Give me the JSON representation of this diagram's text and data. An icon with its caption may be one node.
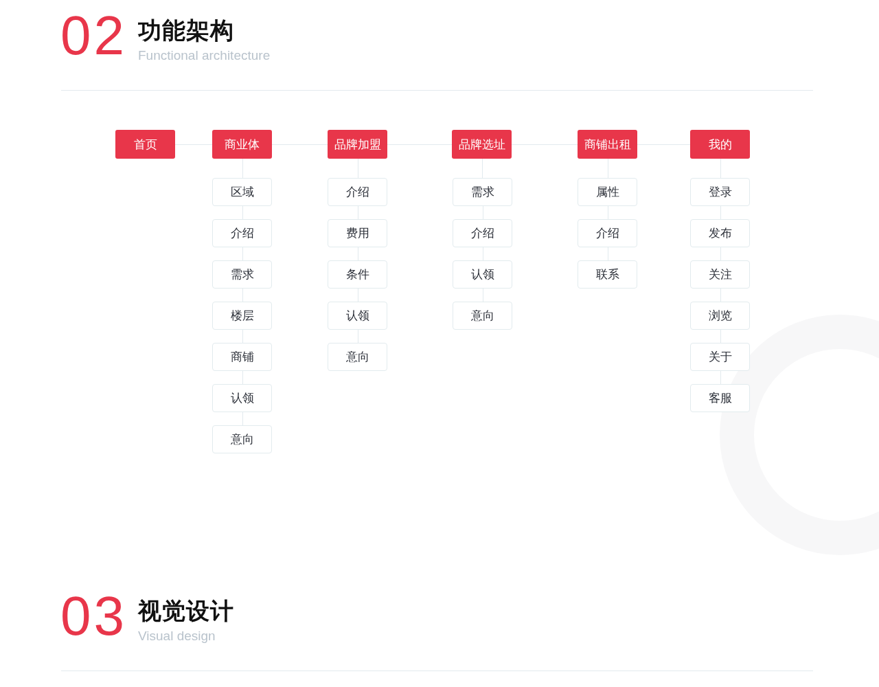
{
  "diagram": {
    "title": "功能架构",
    "nodes": [
      {
        "text": [
          "首页"
        ]
      },
      {
        "text": [
          "商业体"
        ]
      },
      {
        "text": [
          "品牌加盟"
        ]
      },
      {
        "text": [
          "品牌选址"
        ]
      },
      {
        "text": [
          "商铺出租"
        ]
      },
      {
        "text": [
          "我的"
        ]
      },
      {
        "text": [
          "区域"
        ]
      },
      {
        "text": [
          "介绍"
        ]
      },
      {
        "text": [
          "需求"
        ]
      },
      {
        "text": [
          "楼层"
        ]
      },
      {
        "text": [
          "商铺"
        ]
      },
      {
        "text": [
          "认领"
        ]
      },
      {
        "text": [
          "意向"
        ]
      },
      {
        "text": [
          "介绍"
        ]
      },
      {
        "text": [
          "费用"
        ]
      },
      {
        "text": [
          "条件"
        ]
      },
      {
        "text": [
          "认领"
        ]
      },
      {
        "text": [
          "意向"
        ]
      },
      {
        "text": [
          "需求"
        ]
      },
      {
        "text": [
          "介绍"
        ]
      },
      {
        "text": [
          "认领"
        ]
      },
      {
        "text": [
          "意向"
        ]
      },
      {
        "text": [
          "属性"
        ]
      },
      {
        "text": [
          "介绍"
        ]
      },
      {
        "text": [
          "联系"
        ]
      },
      {
        "text": [
          "登录"
        ]
      },
      {
        "text": [
          "发布"
        ]
      },
      {
        "text": [
          "关注"
        ]
      },
      {
        "text": [
          "浏览"
        ]
      },
      {
        "text": [
          "关于"
        ]
      },
      {
        "text": [
          "客服"
        ]
      }
    ],
    "edges": [
      {
        "from": 0,
        "to": 1,
        "arrow": "none"
      },
      {
        "from": 1,
        "to": 2,
        "arrow": "none"
      },
      {
        "from": 2,
        "to": 3,
        "arrow": "none"
      },
      {
        "from": 3,
        "to": 4,
        "arrow": "none"
      },
      {
        "from": 4,
        "to": 5,
        "arrow": "none"
      },
      {
        "from": 1,
        "to": 6,
        "arrow": "none"
      },
      {
        "from": 6,
        "to": 7,
        "arrow": "none"
      },
      {
        "from": 7,
        "to": 8,
        "arrow": "none"
      },
      {
        "from": 8,
        "to": 9,
        "arrow": "none"
      },
      {
        "from": 9,
        "to": 10,
        "arrow": "none"
      },
      {
        "from": 10,
        "to": 11,
        "arrow": "none"
      },
      {
        "from": 11,
        "to": 12,
        "arrow": "none"
      },
      {
        "from": 2,
        "to": 13,
        "arrow": "none"
      },
      {
        "from": 13,
        "to": 14,
        "arrow": "none"
      },
      {
        "from": 14,
        "to": 15,
        "arrow": "none"
      },
      {
        "from": 15,
        "to": 16,
        "arrow": "none"
      },
      {
        "from": 16,
        "to": 17,
        "arrow": "none"
      },
      {
        "from": 3,
        "to": 18,
        "arrow": "none"
      },
      {
        "from": 18,
        "to": 19,
        "arrow": "none"
      },
      {
        "from": 19,
        "to": 20,
        "arrow": "none"
      },
      {
        "from": 20,
        "to": 21,
        "arrow": "none"
      },
      {
        "from": 4,
        "to": 22,
        "arrow": "none"
      },
      {
        "from": 22,
        "to": 23,
        "arrow": "none"
      },
      {
        "from": 23,
        "to": 24,
        "arrow": "none"
      },
      {
        "from": 5,
        "to": 25,
        "arrow": "none"
      },
      {
        "from": 25,
        "to": 26,
        "arrow": "none"
      },
      {
        "from": 26,
        "to": 27,
        "arrow": "none"
      },
      {
        "from": 27,
        "to": 28,
        "arrow": "none"
      },
      {
        "from": 28,
        "to": 29,
        "arrow": "none"
      },
      {
        "from": 29,
        "to": 30,
        "arrow": "none"
      }
    ],
    "labels": [
      "02",
      "Functional architecture",
      "03",
      "视觉设计",
      "Visual design"
    ]
  }
}
